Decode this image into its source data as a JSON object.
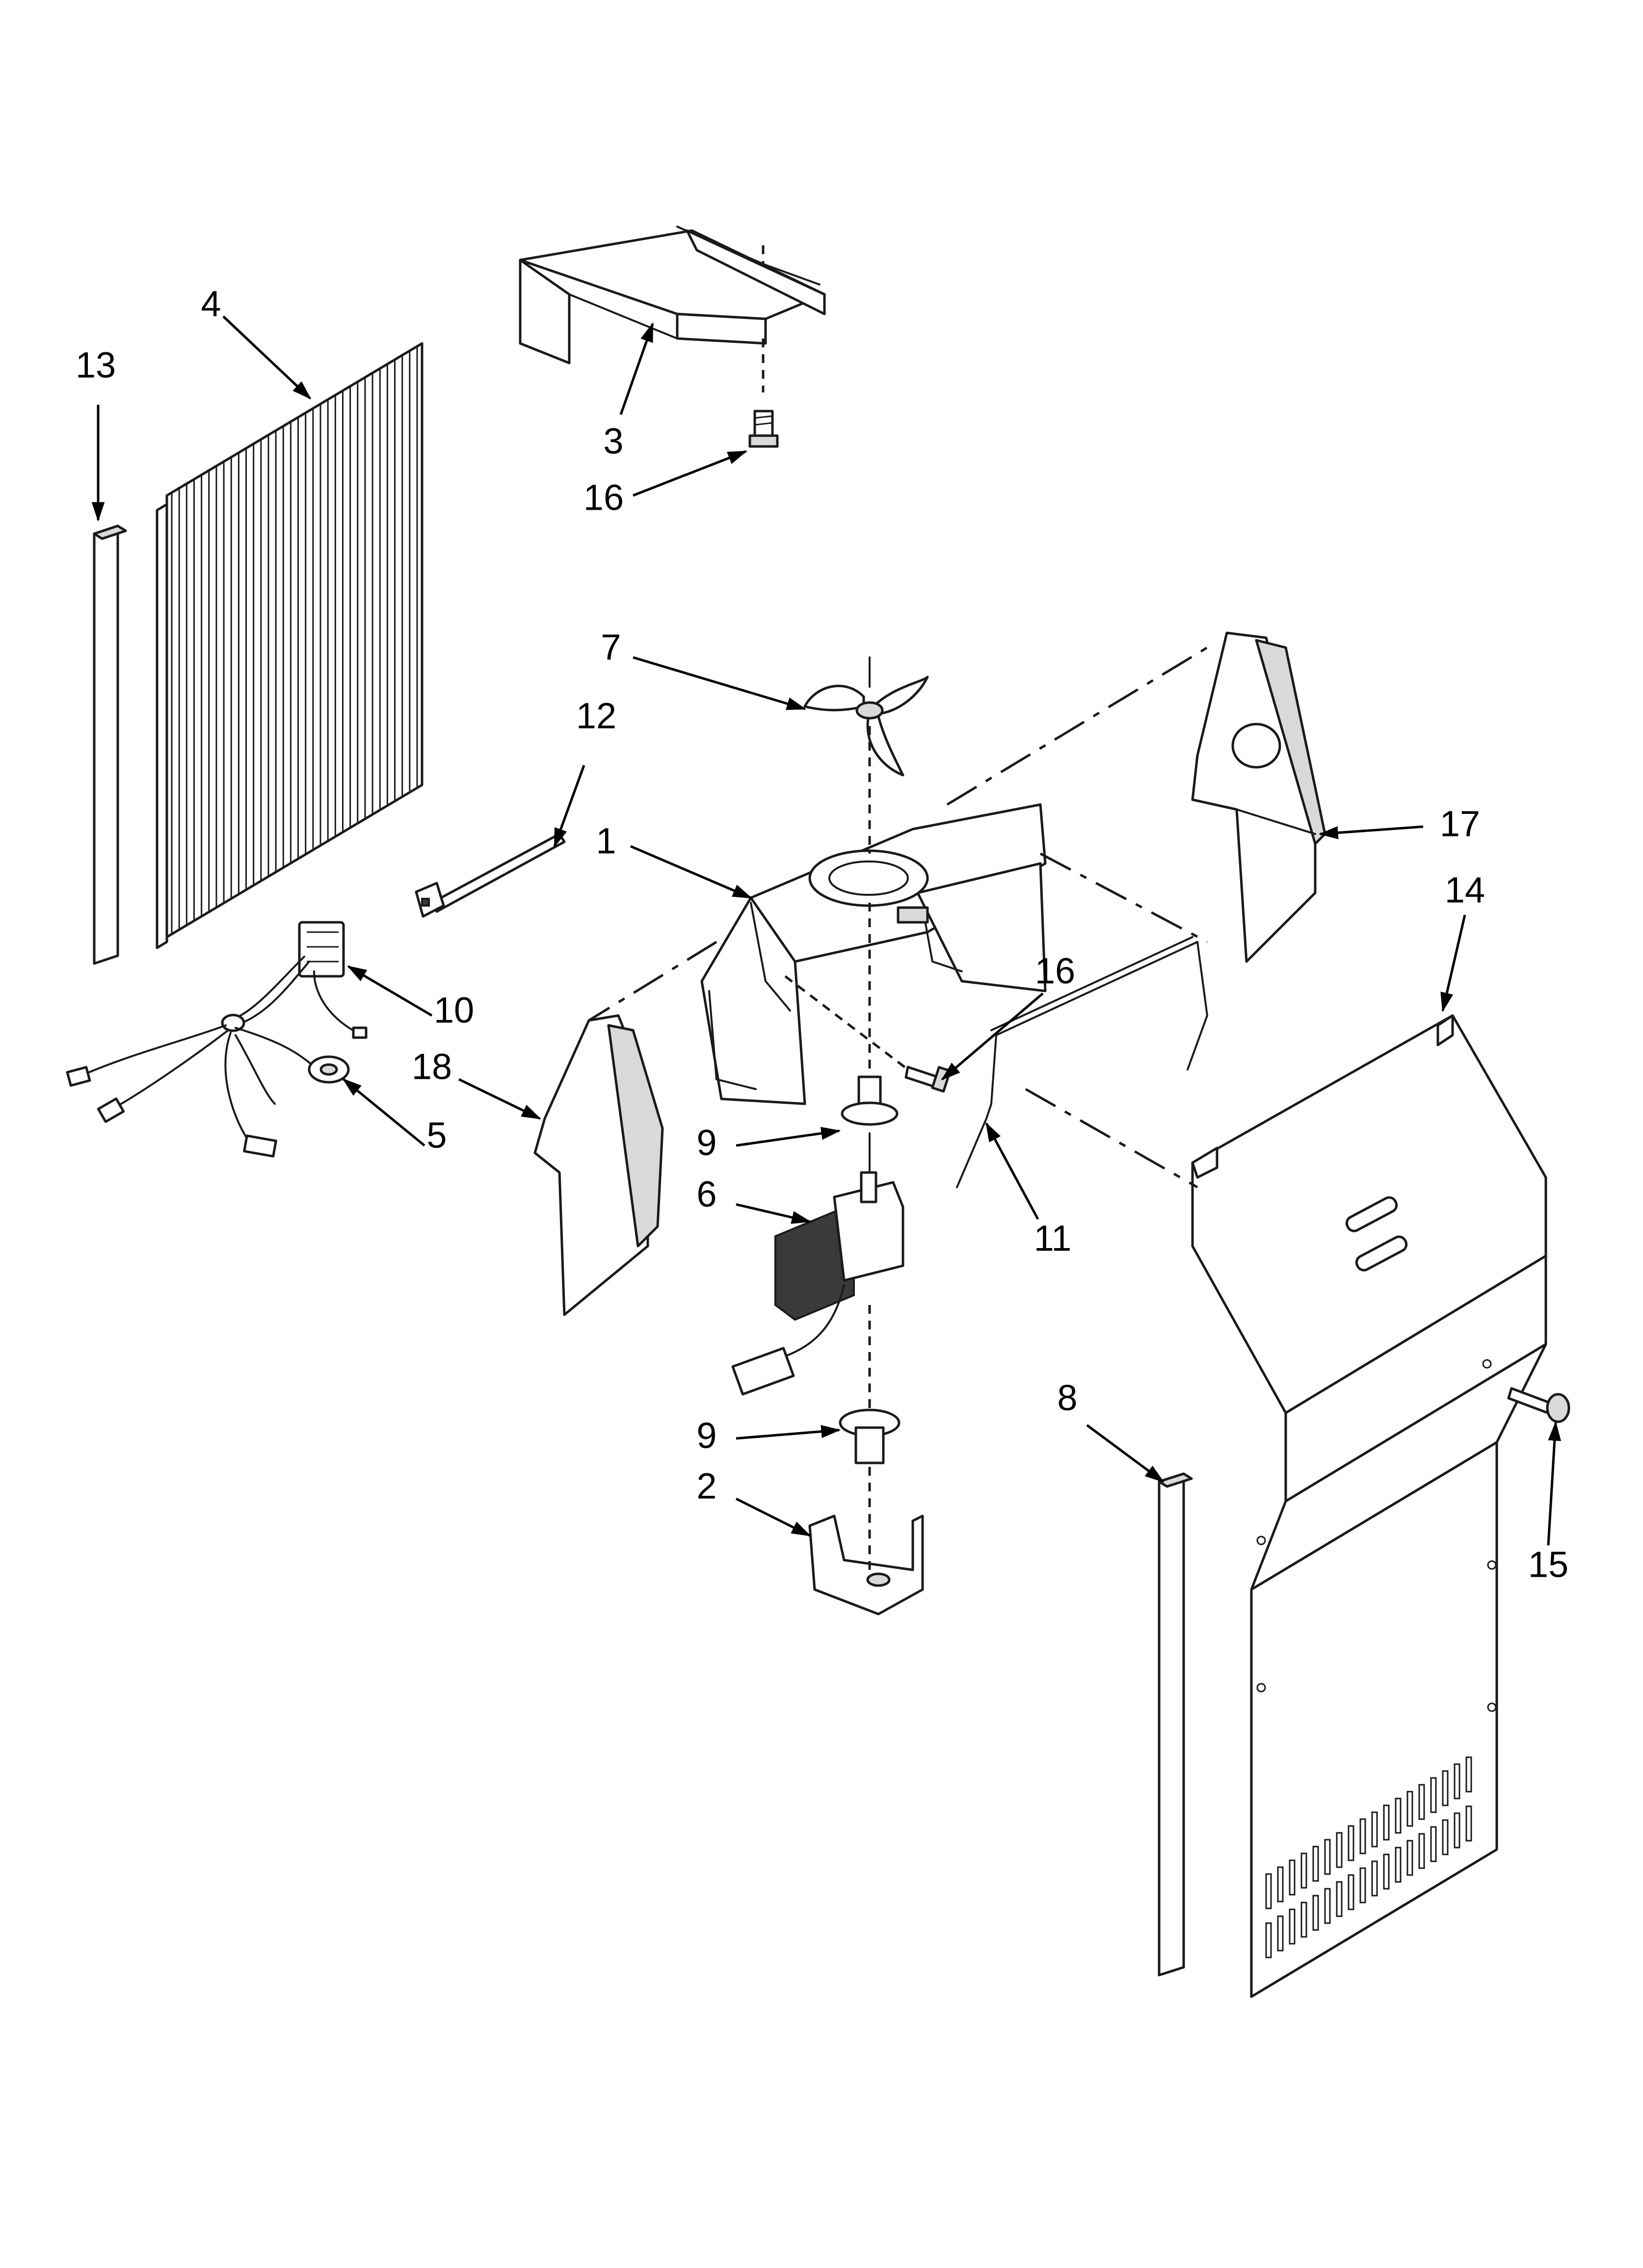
{
  "callouts": [
    {
      "id": "c1",
      "label": "1"
    },
    {
      "id": "c2",
      "label": "2"
    },
    {
      "id": "c3",
      "label": "3"
    },
    {
      "id": "c4",
      "label": "4"
    },
    {
      "id": "c5",
      "label": "5"
    },
    {
      "id": "c6",
      "label": "6"
    },
    {
      "id": "c7",
      "label": "7"
    },
    {
      "id": "c8",
      "label": "8"
    },
    {
      "id": "c9a",
      "label": "9"
    },
    {
      "id": "c9b",
      "label": "9"
    },
    {
      "id": "c10",
      "label": "10"
    },
    {
      "id": "c11",
      "label": "11"
    },
    {
      "id": "c12",
      "label": "12"
    },
    {
      "id": "c13",
      "label": "13"
    },
    {
      "id": "c14",
      "label": "14"
    },
    {
      "id": "c15",
      "label": "15"
    },
    {
      "id": "c16a",
      "label": "16"
    },
    {
      "id": "c16b",
      "label": "16"
    },
    {
      "id": "c17",
      "label": "17"
    },
    {
      "id": "c18",
      "label": "18"
    }
  ]
}
